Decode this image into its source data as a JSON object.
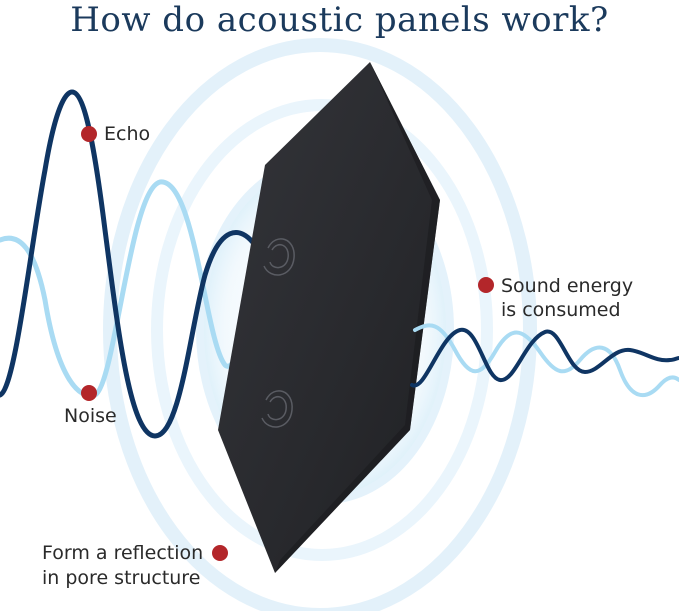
{
  "title": "How do acoustic panels work?",
  "labels": {
    "echo": "Echo",
    "noise": "Noise",
    "sound_energy_line1": "Sound energy",
    "sound_energy_line2": "is consumed",
    "reflection_line1": "Form a reflection",
    "reflection_line2": "in pore structure"
  },
  "colors": {
    "title": "#1b3a5c",
    "dark_wave": "#0f3563",
    "light_wave": "#a9dbf3",
    "panel": "#2b2c30",
    "marker": "#b3262a",
    "halo": "#e6f3fb"
  },
  "icons": {
    "marker": "red-dot-marker",
    "panel": "hexagonal-acoustic-panel"
  }
}
